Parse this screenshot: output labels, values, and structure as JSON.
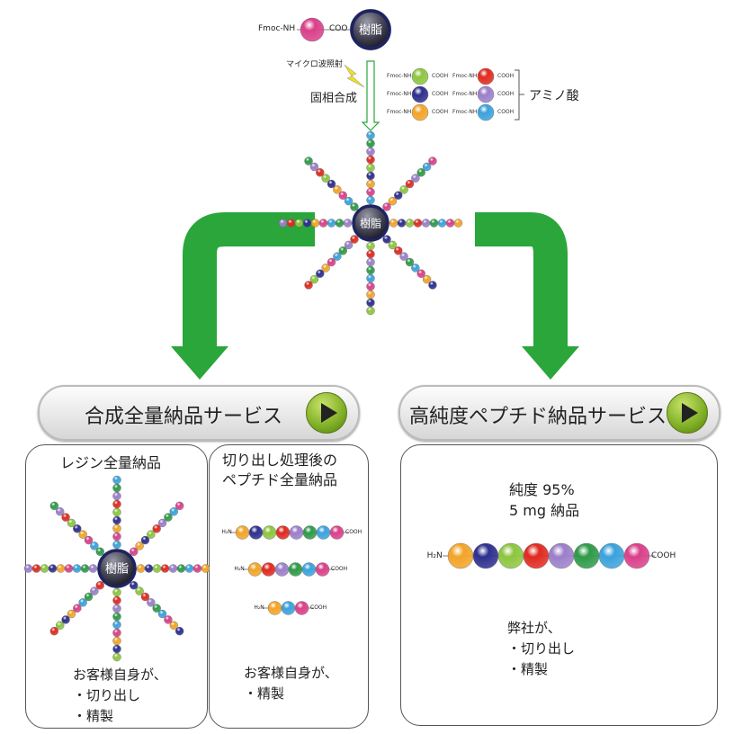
{
  "top": {
    "fmoc_label": "Fmoc-NH",
    "coo_label": "COO",
    "resin_label": "樹脂",
    "microwave_label": "マイクロ波照射",
    "solid_phase_label": "固相合成",
    "amino_acid_label": "アミノ酸",
    "amino_acids": [
      {
        "left": "Fmoc-NH",
        "right": "COOH",
        "color": "#8cc63f"
      },
      {
        "left": "Fmoc-NH",
        "right": "COOH",
        "color": "#e02a20"
      },
      {
        "left": "Fmoc-NH",
        "right": "COOH",
        "color": "#2d2f8e"
      },
      {
        "left": "Fmoc-NH",
        "right": "COOH",
        "color": "#9b7fc9"
      },
      {
        "left": "Fmoc-NH",
        "right": "COOH",
        "color": "#f2a428"
      },
      {
        "left": "Fmoc-NH",
        "right": "COOH",
        "color": "#3aa2dc"
      }
    ],
    "first_bead_color": "#d9408a"
  },
  "colors": {
    "arrow_green": "#2aa63a",
    "resin_dark": "#1e2460",
    "bead_sequence": [
      "#f2a428",
      "#2d2f8e",
      "#8cc63f",
      "#e02a20",
      "#9b7fc9",
      "#2e9a48",
      "#3aa2dc",
      "#d9408a"
    ]
  },
  "left_service": {
    "title": "合成全量納品サービス",
    "resin_box": {
      "title": "レジン全量納品",
      "resin_label": "樹脂",
      "note_lines": [
        "お客様自身が、",
        "・切り出し",
        "・精製"
      ]
    },
    "cleaved_box": {
      "title_lines": [
        "切り出し処理後の",
        "ペプチド全量納品"
      ],
      "chains": [
        {
          "n": "H₂N",
          "c": "COOH",
          "beads": [
            "#f2a428",
            "#2d2f8e",
            "#8cc63f",
            "#e02a20",
            "#9b7fc9",
            "#2e9a48",
            "#3aa2dc",
            "#d9408a"
          ]
        },
        {
          "n": "H₂N",
          "c": "COOH",
          "beads": [
            "#f2a428",
            "#e02a20",
            "#9b7fc9",
            "#2e9a48",
            "#3aa2dc",
            "#d9408a"
          ]
        },
        {
          "n": "H₂N",
          "c": "COOH",
          "beads": [
            "#f2a428",
            "#3aa2dc",
            "#d9408a"
          ]
        }
      ],
      "note_lines": [
        "お客様自身が、",
        "・精製"
      ]
    }
  },
  "right_service": {
    "title": "高純度ペプチド納品サービス",
    "purity_lines": [
      "純度 95%",
      "5 mg 納品"
    ],
    "chain": {
      "n": "H₂N",
      "c": "COOH",
      "beads": [
        "#f2a428",
        "#2d2f8e",
        "#8cc63f",
        "#e02a20",
        "#9b7fc9",
        "#2e9a48",
        "#3aa2dc",
        "#d9408a"
      ]
    },
    "note_lines": [
      "弊社が、",
      "・切り出し",
      "・精製"
    ]
  }
}
